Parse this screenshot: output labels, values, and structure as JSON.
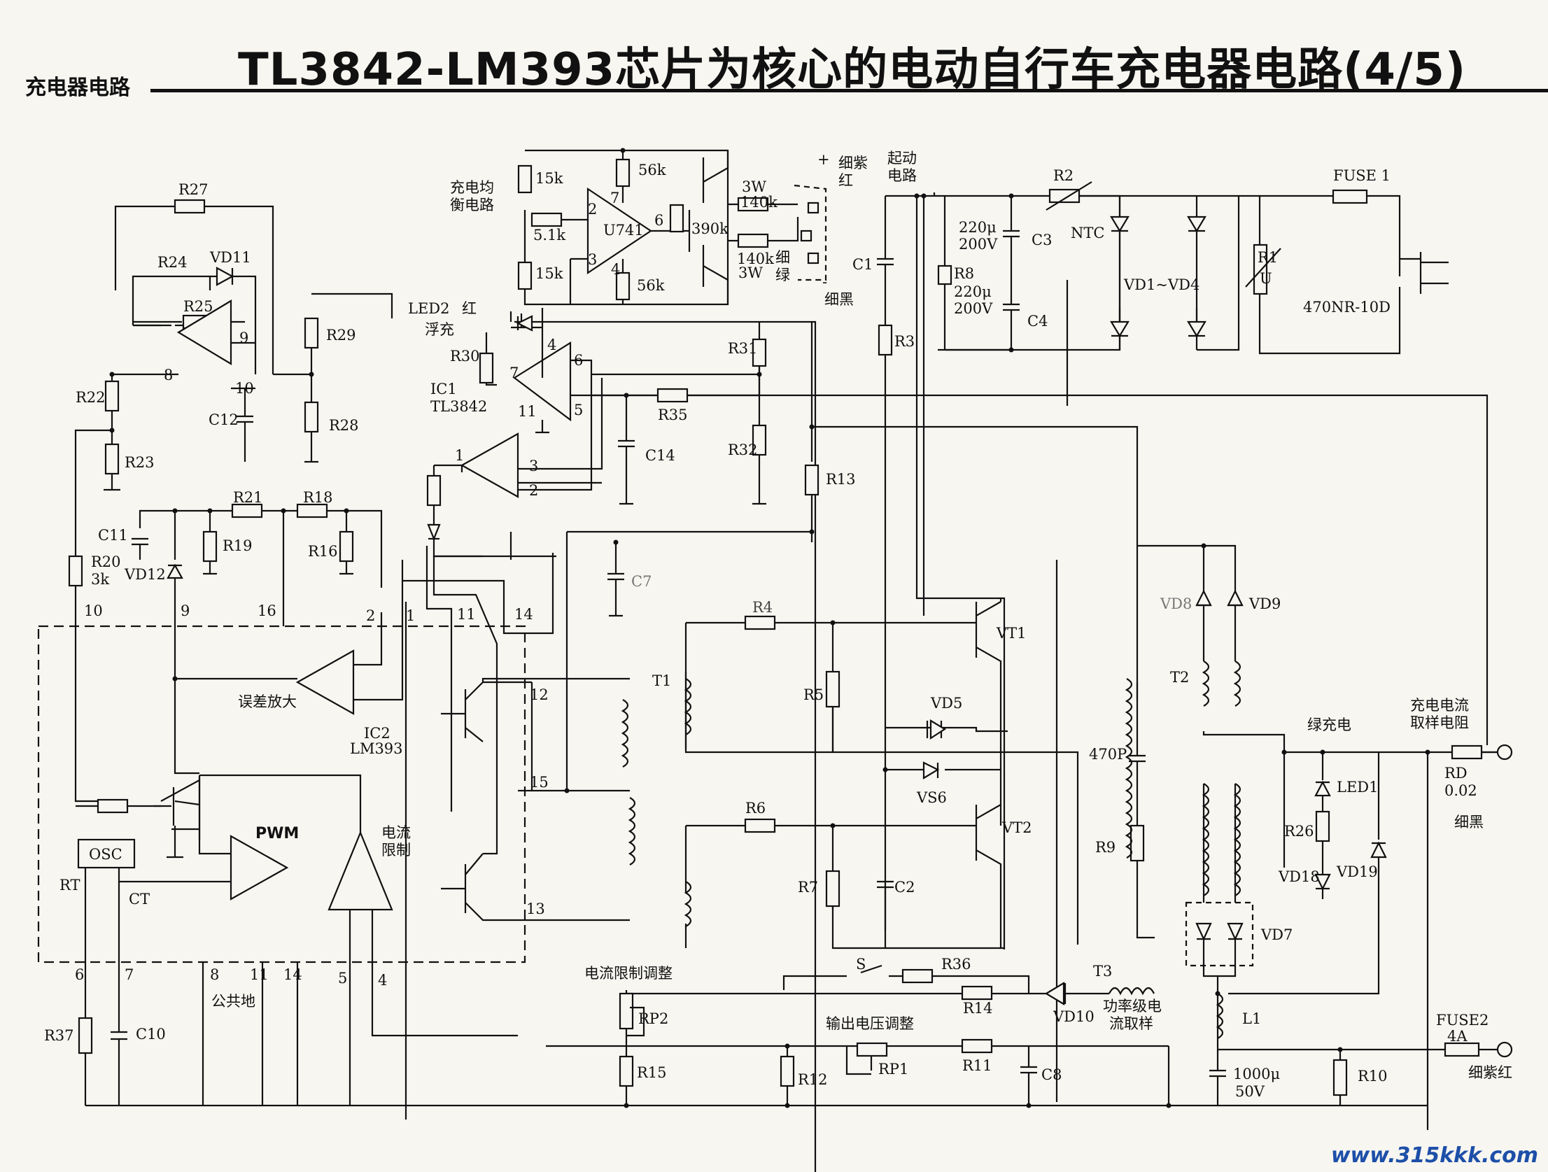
{
  "title": "TL3842-LM393芯片为核心的电动自行车充电器电路(4/5)",
  "section": "充电器电路",
  "watermark": "www.315kkk.com",
  "labels": {
    "R27": "R27",
    "R24": "R24",
    "VD11": "VD11",
    "R25": "R25",
    "R22": "R22",
    "R23": "R23",
    "C12": "C12",
    "op8": "8",
    "op9": "9",
    "op10": "10",
    "R29": "R29",
    "R28": "R28",
    "C11": "C11",
    "R21": "R21",
    "R18": "R18",
    "R19": "R19",
    "R16": "R16",
    "VD12": "VD12",
    "R20": "R20",
    "R20v": "3k",
    "p10": "10",
    "p9": "9",
    "p16": "16",
    "p2": "2",
    "p1": "1",
    "p11": "11",
    "p14": "14",
    "balance1": "充电均",
    "balance2": "衡电路",
    "R15k_a": "15k",
    "R15k_b": "15k",
    "R51k": "5.1k",
    "U741": "U741",
    "u2": "2",
    "u3": "3",
    "u7": "7",
    "u4": "4",
    "u6": "6",
    "R56k_a": "56k",
    "R56k_b": "56k",
    "R390k": "390k",
    "W3_a": "3W",
    "R140k_a": "140k",
    "R140k_b": "140k",
    "W3_b": "3W",
    "fine_purple": "细紫",
    "red": "红",
    "plus": "+",
    "minus": "-",
    "fine_green1": "细",
    "fine_green2": "绿",
    "fine_black": "细黑",
    "LED2": "LED2",
    "led2_red": "红",
    "float": "浮充",
    "R30": "R30",
    "IC1": "IC1",
    "TL3842": "TL3842",
    "t4": "4",
    "t6": "6",
    "t7": "7",
    "t11": "11",
    "t5": "5",
    "R31": "R31",
    "R35": "R35",
    "R32": "R32",
    "C14": "C14",
    "c1": "1",
    "c3": "3",
    "c2": "2",
    "start1": "起动",
    "start2": "电路",
    "C1": "C1",
    "R3": "R3",
    "R8": "R8",
    "cap220a": "220μ",
    "v200a": "200V",
    "C3": "C3",
    "cap220b": "220μ",
    "v200b": "200V",
    "C4": "C4",
    "R2": "R2",
    "NTC": "NTC",
    "VD1_4": "VD1~VD4",
    "FUSE1": "FUSE 1",
    "R1": "R1",
    "U": "U",
    "R470NR": "470NR-10D",
    "R13": "R13",
    "C7": "C7",
    "R4": "R4",
    "R5": "R5",
    "T1": "T1",
    "VT1": "VT1",
    "VD5": "VD5",
    "VS6": "VS6",
    "VT2": "VT2",
    "R6": "R6",
    "R7": "R7",
    "C2": "C2",
    "P470": "470P",
    "R9": "R9",
    "VD8": "VD8",
    "VD9": "VD9",
    "T2": "T2",
    "green_charge": "绿充电",
    "cs1": "充电电流",
    "cs2": "取样电阻",
    "RD": "RD",
    "RDv": "0.02",
    "fine_black2": "细黑",
    "LED1": "LED1",
    "R26": "R26",
    "VD18": "VD18",
    "VD19": "VD19",
    "VD7": "VD7",
    "L1": "L1",
    "cap1000": "1000μ",
    "v50": "50V",
    "FUSE2": "FUSE2",
    "A4": "4A",
    "fine_purple_red": "细紫红",
    "R10": "R10",
    "error_amp": "误差放大",
    "IC2": "IC2",
    "LM393": "LM393",
    "PWM": "PWM",
    "OSC": "OSC",
    "RT": "RT",
    "CT": "CT",
    "climit1": "电流",
    "climit2": "限制",
    "p12": "12",
    "p15": "15",
    "p13": "13",
    "n6": "6",
    "n7": "7",
    "n8": "8",
    "n11": "11",
    "n14": "14",
    "n5": "5",
    "n4": "4",
    "gnd": "公共地",
    "R37": "R37",
    "C10": "C10",
    "climadj": "电流限制调整",
    "RP2": "RP2",
    "R15": "R15",
    "S": "S",
    "R36": "R36",
    "R14": "R14",
    "VD10": "VD10",
    "T3": "T3",
    "ps1": "功率级电",
    "ps2": "流取样",
    "vadj": "输出电压调整",
    "RP1": "RP1",
    "R11": "R11",
    "R12": "R12",
    "C8": "C8"
  }
}
